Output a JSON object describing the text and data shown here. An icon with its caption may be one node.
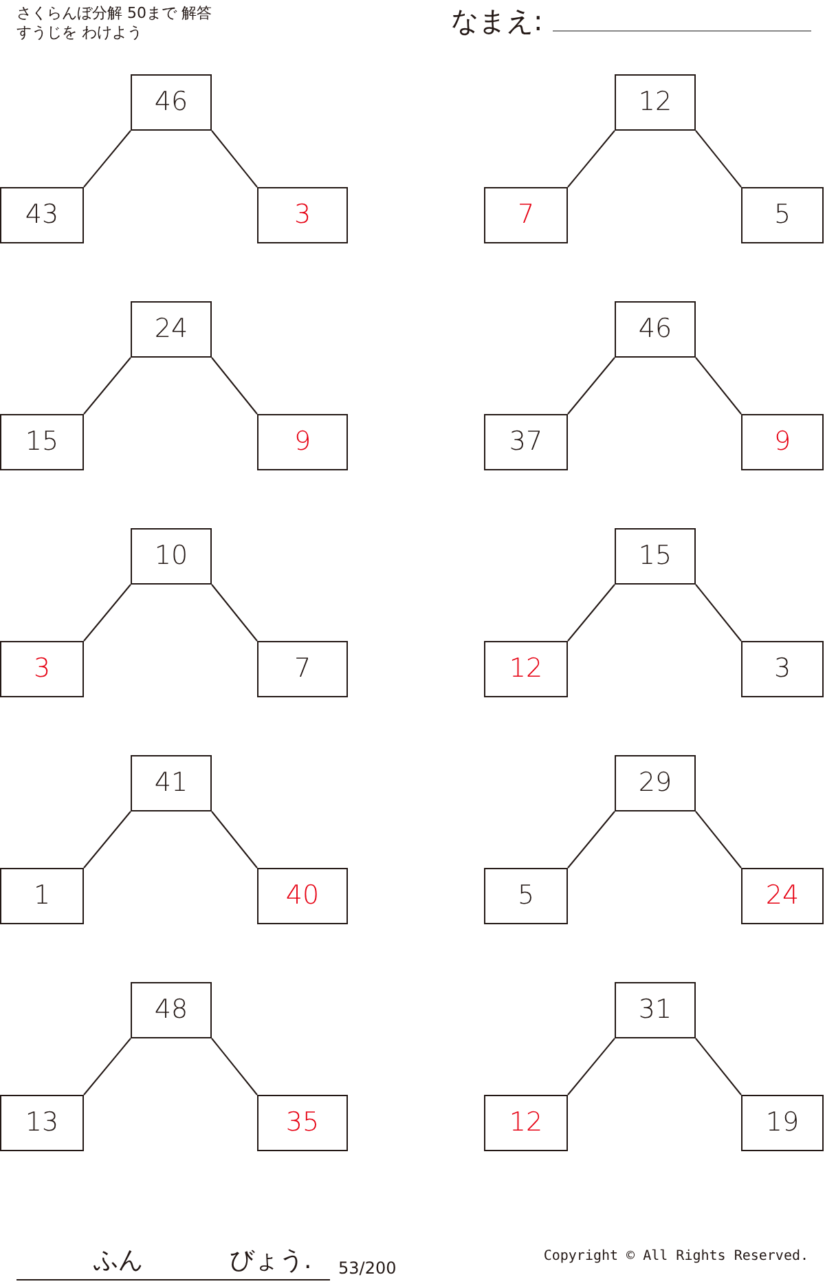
{
  "diagram": {
    "title": "さくらんぼ分解 50まで 解答",
    "nodes": [
      {
        "text": [
          "46"
        ]
      },
      {
        "text": [
          "43"
        ]
      },
      {
        "text": [
          "3"
        ]
      },
      {
        "text": [
          "12"
        ]
      },
      {
        "text": [
          "7"
        ]
      },
      {
        "text": [
          "5"
        ]
      },
      {
        "text": [
          "24"
        ]
      },
      {
        "text": [
          "15"
        ]
      },
      {
        "text": [
          "9"
        ]
      },
      {
        "text": [
          "46"
        ]
      },
      {
        "text": [
          "37"
        ]
      },
      {
        "text": [
          "9"
        ]
      },
      {
        "text": [
          "10"
        ]
      },
      {
        "text": [
          "3"
        ]
      },
      {
        "text": [
          "7"
        ]
      },
      {
        "text": [
          "15"
        ]
      },
      {
        "text": [
          "12"
        ]
      },
      {
        "text": [
          "3"
        ]
      },
      {
        "text": [
          "41"
        ]
      },
      {
        "text": [
          "1"
        ]
      },
      {
        "text": [
          "40"
        ]
      },
      {
        "text": [
          "29"
        ]
      },
      {
        "text": [
          "5"
        ]
      },
      {
        "text": [
          "24"
        ]
      },
      {
        "text": [
          "48"
        ]
      },
      {
        "text": [
          "13"
        ]
      },
      {
        "text": [
          "35"
        ]
      },
      {
        "text": [
          "31"
        ]
      },
      {
        "text": [
          "12"
        ]
      },
      {
        "text": [
          "19"
        ]
      }
    ],
    "edges": [
      {
        "from": 0,
        "to": 1,
        "arrow": "none"
      },
      {
        "from": 0,
        "to": 2,
        "arrow": "none"
      },
      {
        "from": 3,
        "to": 4,
        "arrow": "none"
      },
      {
        "from": 3,
        "to": 5,
        "arrow": "none"
      },
      {
        "from": 6,
        "to": 7,
        "arrow": "none"
      },
      {
        "from": 6,
        "to": 8,
        "arrow": "none"
      },
      {
        "from": 9,
        "to": 10,
        "arrow": "none"
      },
      {
        "from": 9,
        "to": 11,
        "arrow": "none"
      },
      {
        "from": 12,
        "to": 13,
        "arrow": "none"
      },
      {
        "from": 12,
        "to": 14,
        "arrow": "none"
      },
      {
        "from": 15,
        "to": 16,
        "arrow": "none"
      },
      {
        "from": 15,
        "to": 17,
        "arrow": "none"
      },
      {
        "from": 18,
        "to": 19,
        "arrow": "none"
      },
      {
        "from": 18,
        "to": 20,
        "arrow": "none"
      },
      {
        "from": 21,
        "to": 22,
        "arrow": "none"
      },
      {
        "from": 21,
        "to": 23,
        "arrow": "none"
      },
      {
        "from": 24,
        "to": 25,
        "arrow": "none"
      },
      {
        "from": 24,
        "to": 26,
        "arrow": "none"
      },
      {
        "from": 27,
        "to": 28,
        "arrow": "none"
      },
      {
        "from": 27,
        "to": 29,
        "arrow": "none"
      }
    ],
    "labels": [
      "すうじを わけよう",
      "なまえ:",
      "ふん",
      "びょう.",
      "53/200",
      "Copyright © All Rights Reserved."
    ]
  }
}
